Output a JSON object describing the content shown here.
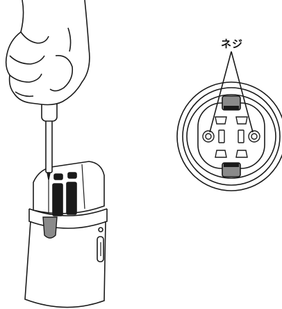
{
  "callout": {
    "label": "ネジ"
  },
  "figure": {
    "left_panel": "hand-screwdriver-device",
    "right_panel": "top-view-screw-locations",
    "line_color": "#1a1a1a",
    "tab_color": "#8a8a8a"
  }
}
